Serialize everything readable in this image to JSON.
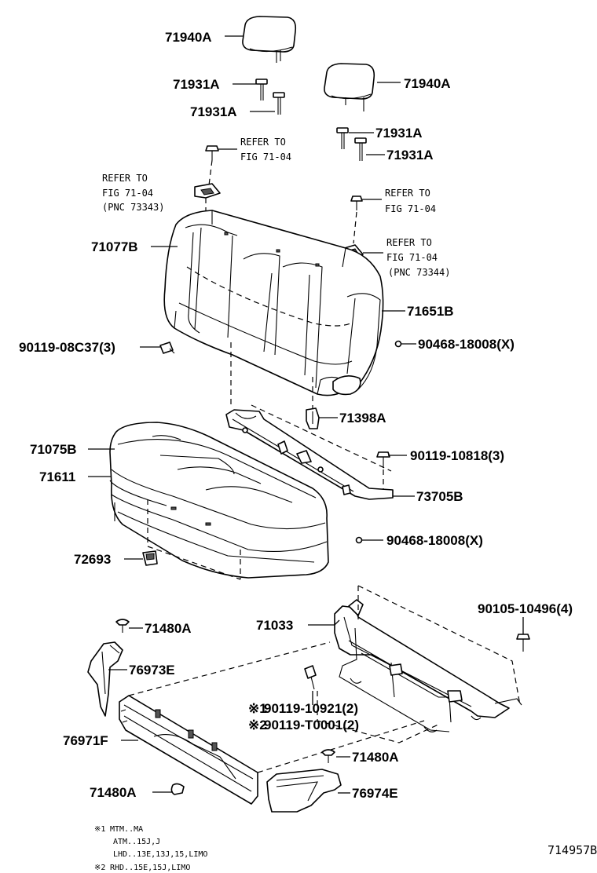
{
  "part_labels": {
    "headrest_left": "71940A",
    "headrest_right": "71940A",
    "guide_1": "71931A",
    "guide_2": "71931A",
    "guide_3": "71931A",
    "guide_4": "71931A",
    "back_cover": "71077B",
    "back_pad": "71651B",
    "bolt_back": "90119-08C37(3)",
    "clip_back": "90468-18008(X)",
    "hinge": "71398A",
    "cushion_cover": "71075B",
    "cushion_pad": "71611",
    "bolt_bracket": "90119-10818(3)",
    "bracket": "73705B",
    "clip_cushion": "90468-18008(X)",
    "hook": "72693",
    "clip_upper": "71480A",
    "frame": "71033",
    "bolt_frame": "90105-10496(4)",
    "cover_side_left": "76973E",
    "bolt_sub1": "90119-10921(2)",
    "bolt_sub2": "90119-T0001(2)",
    "cover_panel": "76971F",
    "clip_lower_right": "71480A",
    "clip_lower_left": "71480A",
    "cover_side_right": "76974E"
  },
  "markers": {
    "m1": "※1",
    "m2": "※2"
  },
  "refer_notes": {
    "top_a": "REFER TO",
    "top_b": "FIG 71-04",
    "left_a": "REFER TO",
    "left_b": "FIG 71-04",
    "left_c": "(PNC 73343)",
    "right1_a": "REFER TO",
    "right1_b": "FIG 71-04",
    "right2_a": "REFER TO",
    "right2_b": "FIG 71-04",
    "right2_c": "(PNC 73344)"
  },
  "footnotes": {
    "l1_mark": "※1",
    "l1": "MTM..MA",
    "l2": "ATM..15J,J",
    "l3": "LHD..13E,13J,15,LIMO",
    "l4_mark": "※2",
    "l4": "RHD..15E,15J,LIMO"
  },
  "figure_id": "714957B"
}
